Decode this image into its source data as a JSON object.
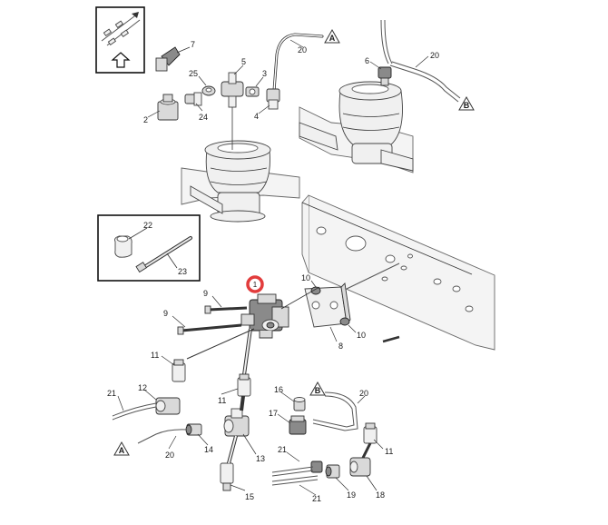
{
  "diagram": {
    "part_labels": {
      "p1": "1",
      "p2": "2",
      "p3": "3",
      "p4": "4",
      "p5": "5",
      "p6": "6",
      "p7": "7",
      "p8": "8",
      "p9a": "9",
      "p9b": "9",
      "p10a": "10",
      "p10b": "10",
      "p11a": "11",
      "p11b": "11",
      "p11c": "11",
      "p12": "12",
      "p13": "13",
      "p14": "14",
      "p15": "15",
      "p16": "16",
      "p17": "17",
      "p18": "18",
      "p19": "19",
      "p20a": "20",
      "p20b": "20",
      "p20c": "20",
      "p20d": "20",
      "p21a": "21",
      "p21b": "21",
      "p21c": "21",
      "p22": "22",
      "p23": "23",
      "p24": "24",
      "p25": "25"
    },
    "connectors": {
      "a_top": "A",
      "b_top": "B",
      "b_mid": "B",
      "a_bottom": "A"
    },
    "highlight_color": "#e23c3c"
  }
}
